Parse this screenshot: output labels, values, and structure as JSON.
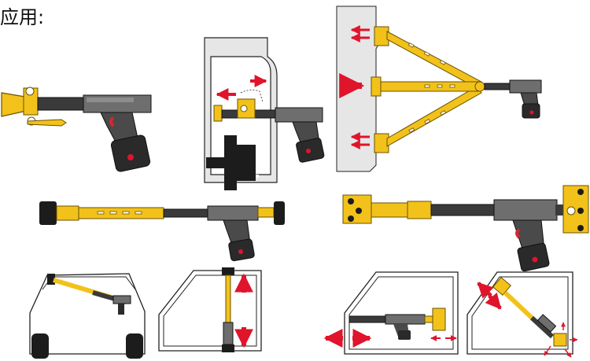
{
  "header": {
    "title": "应用:"
  },
  "colors": {
    "tool_body": "#6e6e6e",
    "tool_dark": "#3a3a3a",
    "handle": "#4a4a4a",
    "battery": "#2a2a2a",
    "battery_dot": "#e0142b",
    "trigger": "#d7262f",
    "arm_yellow": "#f2c21b",
    "arm_outline": "#6b5200",
    "arrow_red": "#e0142b",
    "panel_gray": "#e6e6e6",
    "line": "#222222",
    "pad_black": "#1c1c1c"
  },
  "icons": [
    "hydraulic-spreader-tool",
    "red-push-arrow",
    "yellow-extension-arm",
    "rubber-pad",
    "clamp-head",
    "car-front-outline",
    "door-frame-outline"
  ]
}
